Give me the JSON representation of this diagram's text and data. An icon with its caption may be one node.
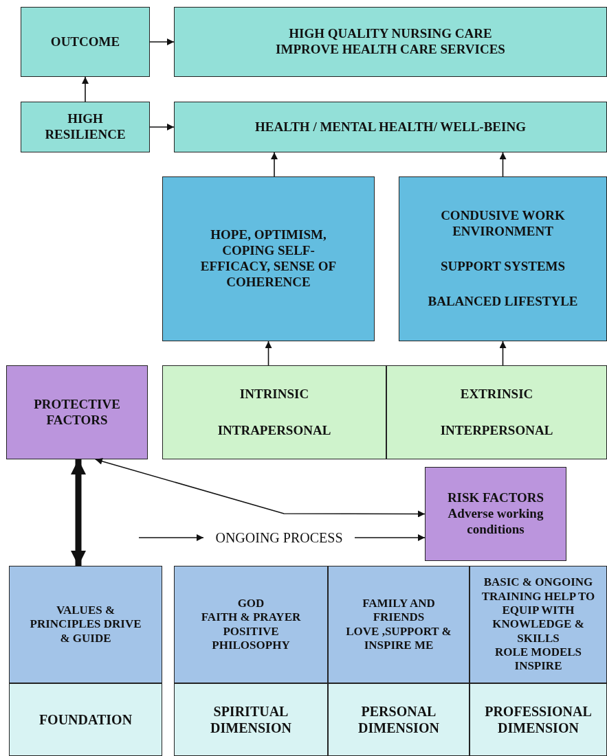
{
  "diagram": {
    "nodes": [
      {
        "text": [
          "OUTCOME"
        ]
      },
      {
        "text": [
          "HIGH QUALITY NURSING CARE",
          "IMPROVE HEALTH CARE SERVICES"
        ]
      },
      {
        "text": [
          "HIGH RESILIENCE"
        ]
      },
      {
        "text": [
          "HEALTH / MENTAL HEALTH/ WELL-BEING"
        ]
      },
      {
        "text": [
          "HOPE, OPTIMISM, COPING SELF-EFFICACY, SENSE OF COHERENCE"
        ]
      },
      {
        "text": [
          "CONDUSIVE WORK ENVIRONMENT",
          "SUPPORT SYSTEMS",
          "BALANCED LIFESTYLE"
        ]
      },
      {
        "text": [
          "PROTECTIVE FACTORS"
        ]
      },
      {
        "text": [
          "INTRINSIC",
          "INTRAPERSONAL"
        ]
      },
      {
        "text": [
          "EXTRINSIC",
          "INTERPERSONAL"
        ]
      },
      {
        "text": [
          "RISK FACTORS",
          "Adverse working conditions"
        ]
      },
      {
        "text": [
          "ONGOING PROCESS"
        ]
      },
      {
        "text": [
          "VALUES & PRINCIPLES DRIVE & GUIDE"
        ]
      },
      {
        "text": [
          "GOD",
          "FAITH & PRAYER",
          "POSITIVE PHILOSOPHY"
        ]
      },
      {
        "text": [
          "FAMILY AND FRIENDS",
          "LOVE ,SUPPORT & INSPIRE ME"
        ]
      },
      {
        "text": [
          "BASIC & ONGOING TRAINING HELP TO EQUIP WITH KNOWLEDGE & SKILLS",
          "ROLE MODELS INSPIRE"
        ]
      },
      {
        "text": [
          "FOUNDATION"
        ]
      },
      {
        "text": [
          "SPIRITUAL DIMENSION"
        ]
      },
      {
        "text": [
          "PERSONAL DIMENSION"
        ]
      },
      {
        "text": [
          "PROFESSIONAL DIMENSION"
        ]
      }
    ],
    "edges": [
      {
        "from": 0,
        "to": 1,
        "arrow": "to"
      },
      {
        "from": 2,
        "to": 0,
        "arrow": "to"
      },
      {
        "from": 2,
        "to": 3,
        "arrow": "to"
      },
      {
        "from": 4,
        "to": 3,
        "arrow": "to"
      },
      {
        "from": 5,
        "to": 3,
        "arrow": "to"
      },
      {
        "from": 7,
        "to": 4,
        "arrow": "to"
      },
      {
        "from": 8,
        "to": 5,
        "arrow": "to"
      },
      {
        "from": 6,
        "to": 9,
        "arrow": "both"
      },
      {
        "from": 6,
        "to": 11,
        "arrow": "both",
        "style": "thick"
      },
      {
        "from": null,
        "to": 10,
        "arrow": "to"
      },
      {
        "from": 10,
        "to": 9,
        "arrow": "to"
      }
    ]
  }
}
